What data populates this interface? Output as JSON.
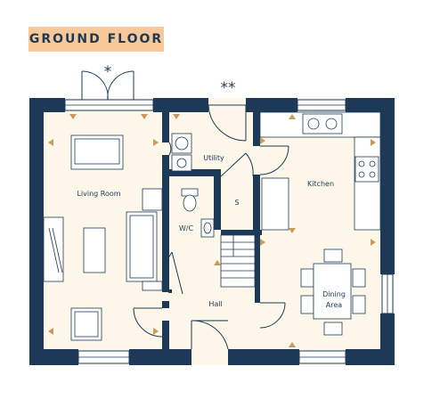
{
  "title": "GROUND FLOOR",
  "markers": {
    "single": "*",
    "double": "**"
  },
  "rooms": {
    "living_room": "Living Room",
    "utility": "Utility",
    "kitchen": "Kitchen",
    "store": "S",
    "wc": "W/C",
    "hall": "Hall",
    "dining_area_line1": "Dining",
    "dining_area_line2": "Area"
  },
  "colors": {
    "wall": "#1c3a57",
    "floor": "#fdf7ea",
    "accent": "#f6c89a",
    "arrow": "#c99a5c",
    "furniture": "#ffffff"
  }
}
